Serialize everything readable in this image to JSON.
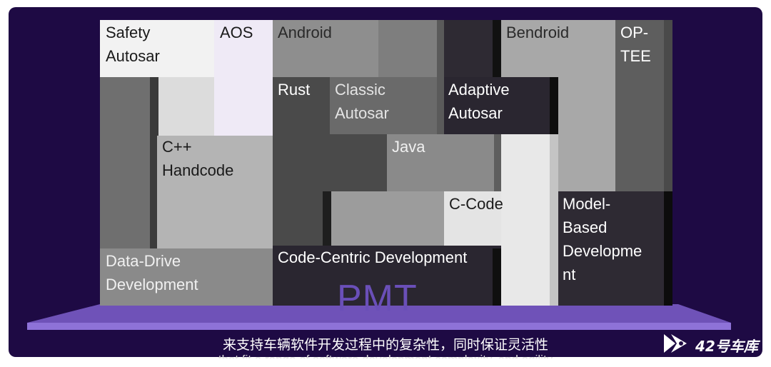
{
  "diagram": {
    "blocks": {
      "safety_autosar": "Safety\nAutosar",
      "aos": "AOS",
      "android": "Android",
      "bendroid": "Bendroid",
      "op_tee": "OP-\nTEE",
      "rust": "Rust",
      "classic_autosar": "Classic\nAutosar",
      "adaptive_autosar": "Adaptive\nAutosar",
      "cpp_handcode": "C++\nHandcode",
      "java": "Java",
      "c_code": "C-Code",
      "model_based": "Model-\nBased\nDevelopme\nnt",
      "data_drive": "Data-Drive\nDevelopment",
      "code_centric": "Code-Centric Development"
    },
    "platform_label": "PMT"
  },
  "subtitle": {
    "chinese": "来支持车辆软件开发过程中的复杂性，同时保证灵活性",
    "english": "that fit a range of software development complexity, and agility"
  },
  "brand": {
    "name": "42号车库",
    "logo_icon": "brand-logo-icon"
  },
  "colors": {
    "background": "#1e0a44",
    "platform": "#7a5cc4",
    "pmt_text": "#6a4fb8"
  }
}
